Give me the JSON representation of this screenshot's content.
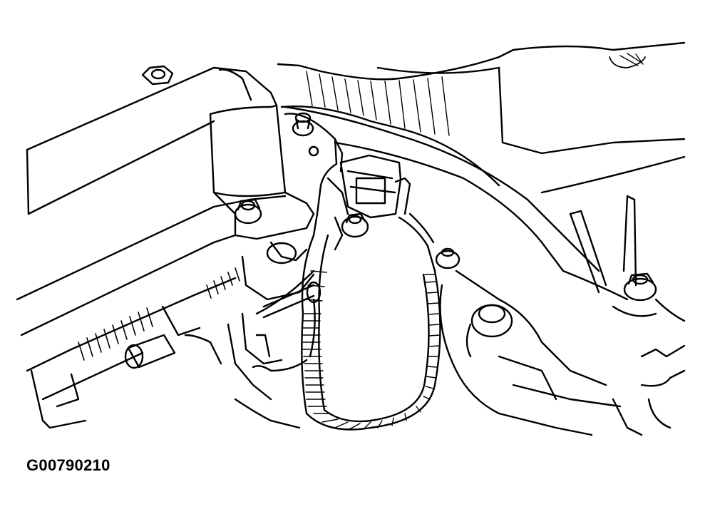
{
  "figure": {
    "id_label": "G00790210"
  },
  "colors": {
    "ink": "#000000",
    "paper": "#ffffff"
  },
  "illustration": {
    "style": "black-and-white line drawing",
    "icons": [
      "engine-cover",
      "bolt",
      "sensor-connector",
      "corrugated-wire-harness",
      "bracket"
    ]
  }
}
